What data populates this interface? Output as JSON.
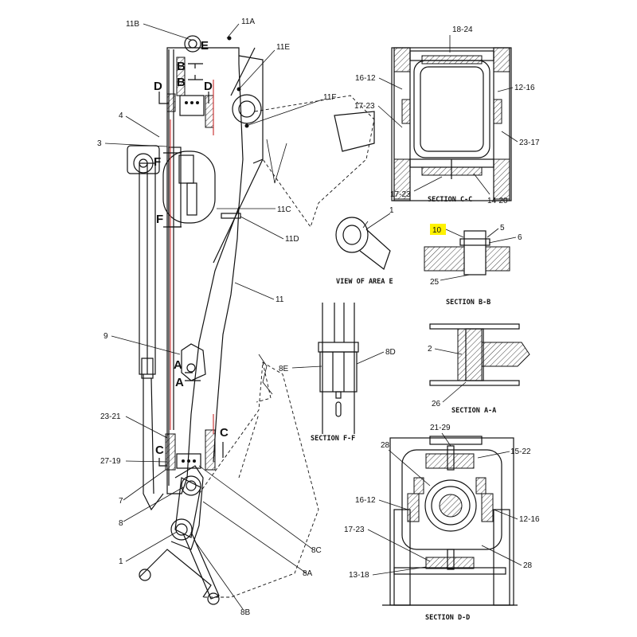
{
  "labels": {
    "l11B": "11B",
    "l11A": "11A",
    "l11E": "11E",
    "l11F": "11F",
    "l4": "4",
    "l3": "3",
    "l11C": "11C",
    "l11D": "11D",
    "l11": "11",
    "l9": "9",
    "l23_21": "23-21",
    "l27_19": "27-19",
    "l7": "7",
    "l8": "8",
    "l1": "1",
    "l8A": "8A",
    "l8B": "8B",
    "l8C": "8C",
    "l8E": "8E",
    "l8D": "8D",
    "l18_24": "18-24",
    "l16_12a": "16-12",
    "l12_16a": "12-16",
    "l17_23a": "17-23",
    "l23_17": "23-17",
    "l17_23b": "17-23",
    "l14_20": "14-20",
    "lE1": "1",
    "l10": "10",
    "l5": "5",
    "l6": "6",
    "l25": "25",
    "l2": "2",
    "l26": "26",
    "l21_29": "21-29",
    "l28a": "28",
    "l15_22": "15-22",
    "l16_12b": "16-12",
    "l12_16b": "12-16",
    "l17_23c": "17-23",
    "l28b": "28",
    "l13_18": "13-18"
  },
  "markers": {
    "E": "E",
    "B1": "B",
    "B2": "B",
    "D1": "D",
    "D2": "D",
    "F1": "F",
    "F2": "F",
    "A1": "A",
    "A2": "A",
    "C1": "C",
    "C2": "C"
  },
  "captions": {
    "sectionCC": "SECTION C-C",
    "viewE": "VIEW OF AREA E",
    "sectionBB": "SECTION B-B",
    "sectionAA": "SECTION A-A",
    "sectionFF": "SECTION F-F",
    "sectionDD": "SECTION D-D"
  },
  "colors": {
    "highlight": "#fff200",
    "accentLine": "#c62828"
  }
}
